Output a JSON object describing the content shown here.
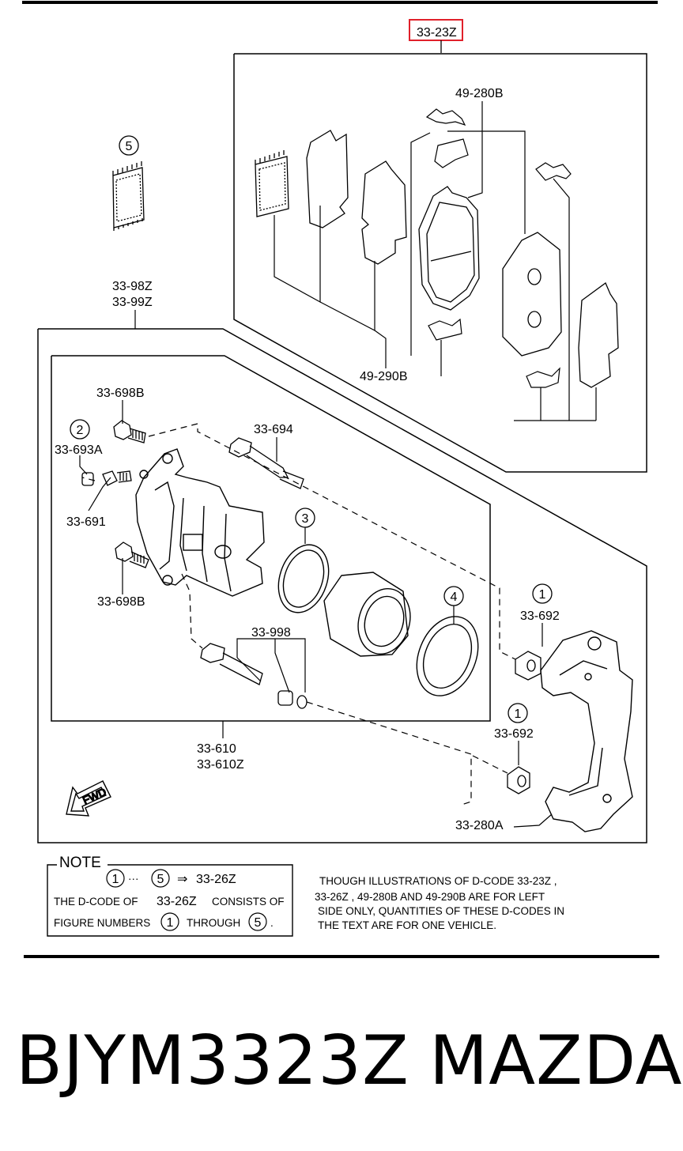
{
  "highlighted_code": "33-23Z",
  "labels": {
    "pad_shim": "49-280B",
    "pad_set": "49-290B",
    "caliper_assy_1": "33-98Z",
    "caliper_assy_2": "33-99Z",
    "bolt_upper": "33-698B",
    "bolt_lower": "33-698B",
    "bleeder_cap": "33-693A",
    "bleeder_screw": "33-691",
    "guide_pin": "33-694",
    "pin_kit": "33-998",
    "boot_upper": "33-692",
    "boot_lower": "33-692",
    "caliper_body_1": "33-610",
    "caliper_body_2": "33-610Z",
    "mounting_bracket": "33-280A"
  },
  "figure_numbers": {
    "n1": "1",
    "n1b": "1",
    "n2": "2",
    "n3": "3",
    "n4": "4",
    "n5": "5"
  },
  "fwd_label": "FWD",
  "note": {
    "title": "NOTE",
    "range_start": "1",
    "ellipsis": "···",
    "range_end": "5",
    "arrow": "⇒",
    "kit_code": "33-26Z",
    "line2_a": "THE D-CODE OF",
    "line2_code": "33-26Z",
    "line2_b": "CONSISTS OF",
    "line3_a": "FIGURE NUMBERS",
    "line3_n1": "1",
    "line3_mid": "THROUGH",
    "line3_n2": "5",
    "line3_end": "."
  },
  "disclaimer": [
    "THOUGH ILLUSTRATIONS OF D-CODE 33-23Z  ,",
    "33-26Z  , 49-280B AND 49-290B ARE FOR LEFT",
    "SIDE ONLY, QUANTITIES OF THESE D-CODES IN",
    "THE TEXT ARE FOR ONE VEHICLE."
  ],
  "part_number": "BJYM3323Z",
  "brand": "MAZDA",
  "colors": {
    "highlight": "#e0202a",
    "line": "#000000",
    "background": "#ffffff"
  }
}
